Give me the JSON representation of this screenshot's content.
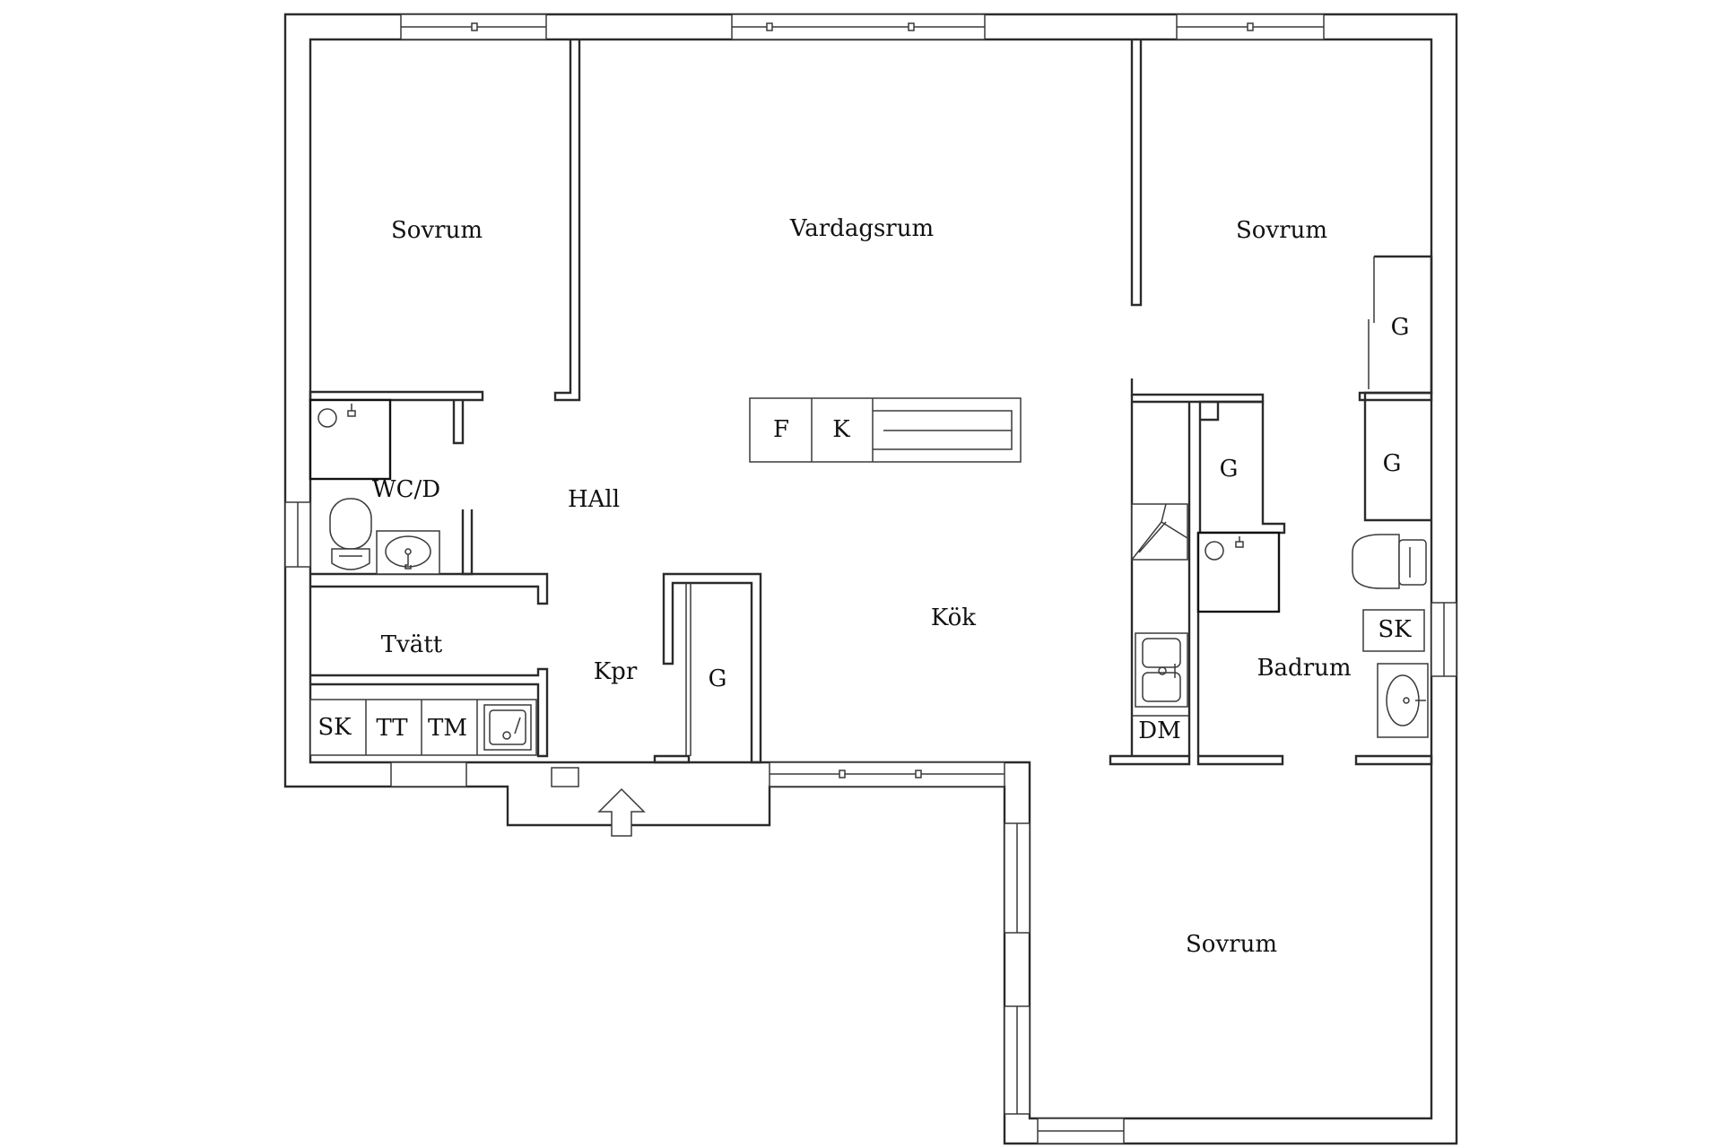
{
  "rooms": {
    "sovrum_nw": "Sovrum",
    "vardagsrum": "Vardagsrum",
    "sovrum_ne": "Sovrum",
    "wc_d": "WC/D",
    "hall": "HAll",
    "kok": "Kök",
    "tvatt": "Tvätt",
    "kpr": "Kpr",
    "badrum": "Badrum",
    "sovrum_s": "Sovrum"
  },
  "fixtures": {
    "f": "F",
    "k": "K",
    "g_kpr": "G",
    "g_ne_upper": "G",
    "g_ne_lower": "G",
    "g_bath_closet": "G",
    "dm": "DM",
    "sk_bath": "SK",
    "sk_tvatt": "SK",
    "tt": "TT",
    "tm": "TM"
  }
}
